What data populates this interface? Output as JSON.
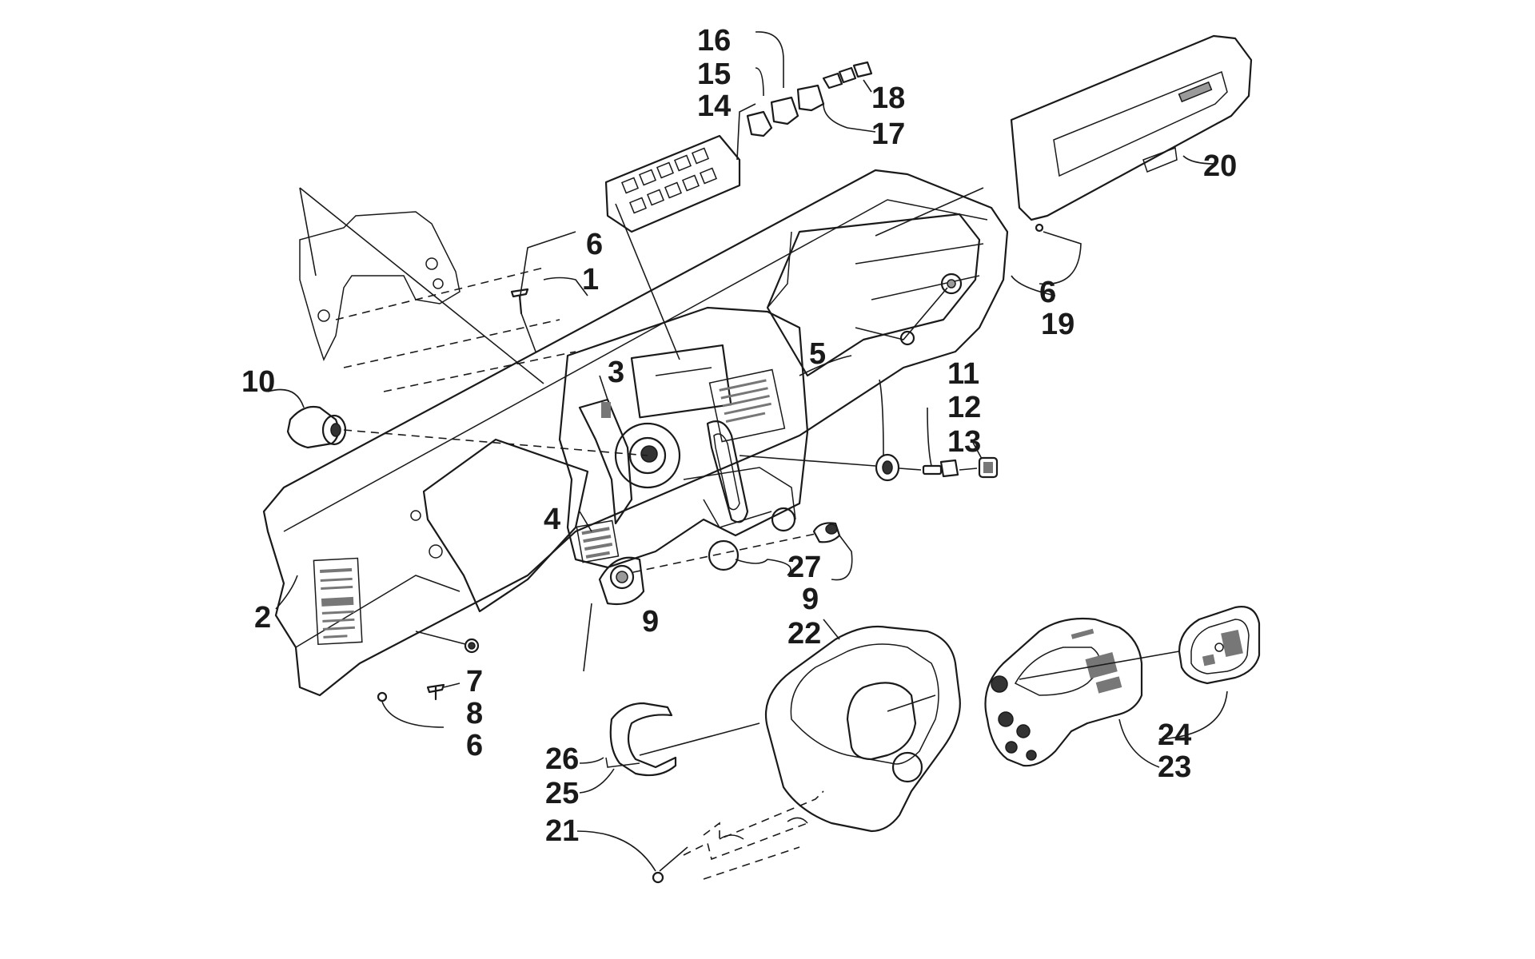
{
  "diagram": {
    "callouts": [
      {
        "id": "1",
        "label": "1"
      },
      {
        "id": "2",
        "label": "2"
      },
      {
        "id": "3",
        "label": "3"
      },
      {
        "id": "4",
        "label": "4"
      },
      {
        "id": "5",
        "label": "5"
      },
      {
        "id": "6a",
        "label": "6"
      },
      {
        "id": "6b",
        "label": "6"
      },
      {
        "id": "6c",
        "label": "6"
      },
      {
        "id": "7",
        "label": "7"
      },
      {
        "id": "8",
        "label": "8"
      },
      {
        "id": "9a",
        "label": "9"
      },
      {
        "id": "9b",
        "label": "9"
      },
      {
        "id": "10",
        "label": "10"
      },
      {
        "id": "11",
        "label": "11"
      },
      {
        "id": "12",
        "label": "12"
      },
      {
        "id": "13",
        "label": "13"
      },
      {
        "id": "14",
        "label": "14"
      },
      {
        "id": "15",
        "label": "15"
      },
      {
        "id": "16",
        "label": "16"
      },
      {
        "id": "17",
        "label": "17"
      },
      {
        "id": "18",
        "label": "18"
      },
      {
        "id": "19",
        "label": "19"
      },
      {
        "id": "20",
        "label": "20"
      },
      {
        "id": "21",
        "label": "21"
      },
      {
        "id": "22",
        "label": "22"
      },
      {
        "id": "23",
        "label": "23"
      },
      {
        "id": "24",
        "label": "24"
      },
      {
        "id": "25",
        "label": "25"
      },
      {
        "id": "26",
        "label": "26"
      },
      {
        "id": "27",
        "label": "27"
      }
    ]
  }
}
